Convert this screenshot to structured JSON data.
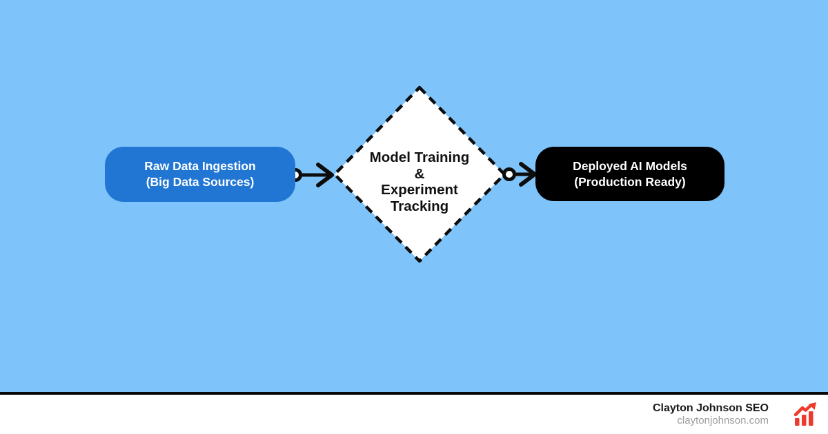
{
  "colors": {
    "background": "#7EC4FB",
    "source_node_fill": "#2176D4",
    "process_node_fill": "#FFFFFF",
    "target_node_fill": "#000000",
    "connector_stroke": "#0D0D0D",
    "footer_background": "#FFFFFF",
    "footer_name_text": "#1A1A1A",
    "footer_site_text": "#9C9C9C",
    "brand_red": "#EE3A2C"
  },
  "diagram": {
    "source_node": {
      "line1": "Raw Data Ingestion",
      "line2": "(Big Data Sources)"
    },
    "process_node": {
      "line1": "Model Training",
      "line2": "&",
      "line3": "Experiment",
      "line4": "Tracking"
    },
    "target_node": {
      "line1": "Deployed AI Models",
      "line2": "(Production Ready)"
    }
  },
  "footer": {
    "name": "Clayton Johnson SEO",
    "website": "claytonjohnson.com",
    "icon": "growth-chart-icon"
  }
}
